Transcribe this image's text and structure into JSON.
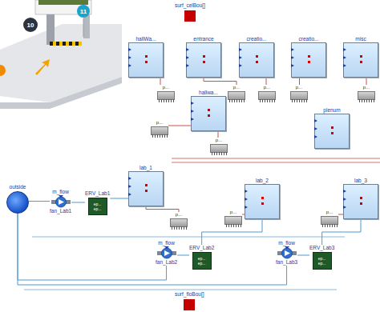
{
  "diagram": {
    "nodes": [
      {
        "text": [
          "surf_celBou[]"
        ]
      },
      {
        "text": [
          "hallWa..."
        ]
      },
      {
        "text": [
          "entrance"
        ]
      },
      {
        "text": [
          "creatio..."
        ]
      },
      {
        "text": [
          "creatio..."
        ]
      },
      {
        "text": [
          "misc"
        ]
      },
      {
        "text": [
          "hallwa..."
        ]
      },
      {
        "text": [
          "plenum"
        ]
      },
      {
        "text": [
          "lab_1"
        ]
      },
      {
        "text": [
          "lab_2"
        ]
      },
      {
        "text": [
          "lab_3"
        ]
      },
      {
        "text": [
          "p..."
        ]
      },
      {
        "text": [
          "p..."
        ]
      },
      {
        "text": [
          "p..."
        ]
      },
      {
        "text": [
          "p..."
        ]
      },
      {
        "text": [
          "p..."
        ]
      },
      {
        "text": [
          "p..."
        ]
      },
      {
        "text": [
          "p..."
        ]
      },
      {
        "text": [
          "p..."
        ]
      },
      {
        "text": [
          "p..."
        ]
      },
      {
        "text": [
          "p..."
        ]
      },
      {
        "text": [
          "outside"
        ]
      },
      {
        "text": [
          "m_flow",
          "fan_Lab1"
        ]
      },
      {
        "text": [
          "ERV_Lab1",
          "ep...",
          "ep..."
        ]
      },
      {
        "text": [
          "m_flow",
          "fan_Lab2"
        ]
      },
      {
        "text": [
          "ERV_Lab2",
          "ep...",
          "ep..."
        ]
      },
      {
        "text": [
          "m_flow",
          "fan_Lab3"
        ]
      },
      {
        "text": [
          "ERV_Lab3",
          "ep...",
          "ep..."
        ]
      },
      {
        "text": [
          "surf_floBou[]"
        ]
      }
    ],
    "edges": [
      {
        "from": 1,
        "to": 11,
        "arrow": "none"
      },
      {
        "from": 2,
        "to": 12,
        "arrow": "none"
      },
      {
        "from": 3,
        "to": 13,
        "arrow": "none"
      },
      {
        "from": 4,
        "to": 14,
        "arrow": "none"
      },
      {
        "from": 5,
        "to": 15,
        "arrow": "none"
      },
      {
        "from": 6,
        "to": 16,
        "arrow": "none"
      },
      {
        "from": 6,
        "to": 17,
        "arrow": "none"
      },
      {
        "from": 8,
        "to": 18,
        "arrow": "none"
      },
      {
        "from": 9,
        "to": 19,
        "arrow": "none"
      },
      {
        "from": 10,
        "to": 20,
        "arrow": "none"
      },
      {
        "from": 21,
        "to": 22,
        "arrow": "none"
      },
      {
        "from": 22,
        "to": 23,
        "arrow": "none"
      },
      {
        "from": 23,
        "to": 8,
        "arrow": "none"
      },
      {
        "from": 21,
        "to": 24,
        "arrow": "none"
      },
      {
        "from": 24,
        "to": 25,
        "arrow": "none"
      },
      {
        "from": 25,
        "to": 9,
        "arrow": "none"
      },
      {
        "from": 21,
        "to": 26,
        "arrow": "none"
      },
      {
        "from": 26,
        "to": 27,
        "arrow": "none"
      },
      {
        "from": 27,
        "to": 10,
        "arrow": "none"
      }
    ],
    "labels": [
      "10",
      "11"
    ]
  }
}
